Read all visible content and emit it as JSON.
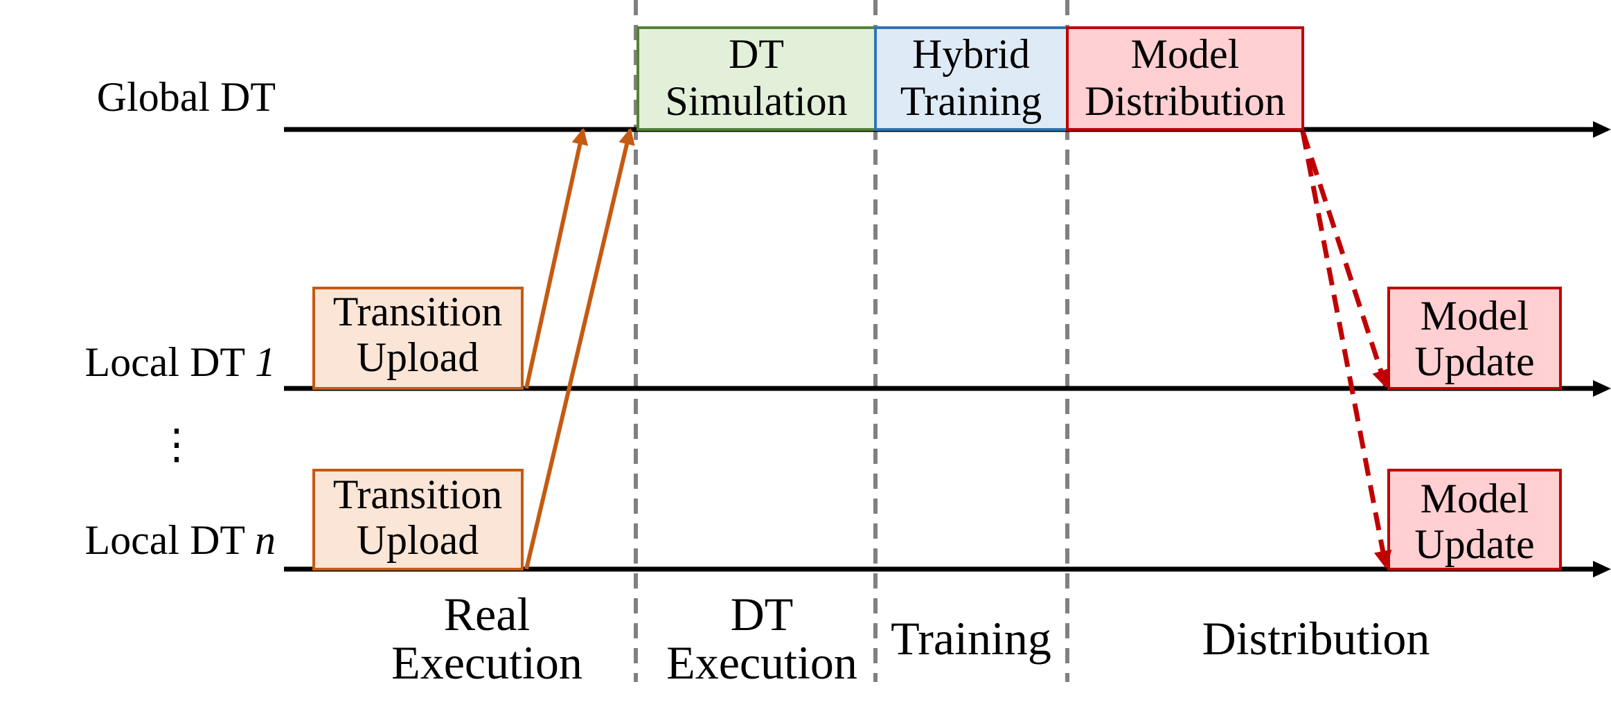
{
  "rows": {
    "global": "Global DT",
    "local_1_prefix": "Local DT ",
    "local_1_index": "1",
    "ellipsis": "⋮",
    "local_n_prefix": "Local DT ",
    "local_n_index": "n"
  },
  "boxes": {
    "transition_upload_1": [
      "Transition",
      "Upload"
    ],
    "transition_upload_n": [
      "Transition",
      "Upload"
    ],
    "dt_simulation": [
      "DT",
      "Simulation"
    ],
    "hybrid_training": [
      "Hybrid",
      "Training"
    ],
    "model_distribution": [
      "Model",
      "Distribution"
    ],
    "model_update_1": [
      "Model",
      "Update"
    ],
    "model_update_n": [
      "Model",
      "Update"
    ]
  },
  "phases": {
    "real_execution": [
      "Real",
      "Execution"
    ],
    "dt_execution": [
      "DT",
      "Execution"
    ],
    "training": "Training",
    "distribution": "Distribution"
  },
  "colors": {
    "upload_fill": "#fbe5d6",
    "upload_stroke": "#c55a11",
    "simulation_fill": "#e2f0d9",
    "simulation_stroke": "#548235",
    "training_fill": "#deebf7",
    "training_stroke": "#2e75b6",
    "distribution_fill": "#ffcfd2",
    "distribution_stroke": "#c00000",
    "upload_arrow": "#c55a11",
    "distribution_arrow": "#c00000",
    "divider": "#808080",
    "timeline": "#000000"
  }
}
